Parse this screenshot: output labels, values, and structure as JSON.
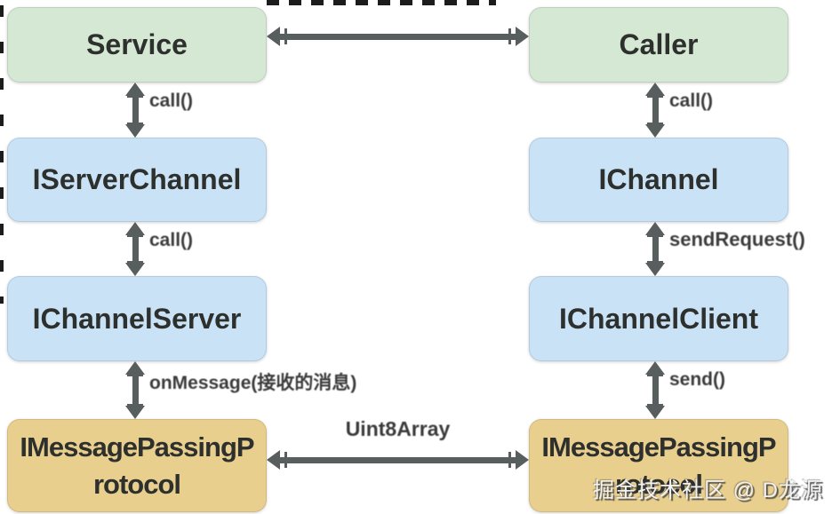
{
  "colors": {
    "background": "#ffffff",
    "service_caller_fill": "#d5e8d4",
    "channel_fill": "#c9e2f6",
    "protocol_fill": "#e9cf8e",
    "arrow": "#585d5d",
    "box_text": "#2e302e",
    "label_text": "#3b3b3b"
  },
  "nodes": {
    "service": {
      "label": "Service"
    },
    "caller": {
      "label": "Caller"
    },
    "iserverchannel": {
      "label": "IServerChannel"
    },
    "ichannel": {
      "label": "IChannel"
    },
    "ichannelserver": {
      "label": "IChannelServer"
    },
    "ichannelclient": {
      "label": "IChannelClient"
    },
    "imp_left": {
      "label": "IMessagePassingProtocol",
      "line1": "IMessagePassingP",
      "line2": "rotocol"
    },
    "imp_right": {
      "label": "IMessagePassingProtocol",
      "line1": "IMessagePassingP",
      "line2": "rotocol"
    }
  },
  "edges": {
    "service_iserverchannel": {
      "label": "call()",
      "style": "double-arrow vertical"
    },
    "iserverchannel_ichannelserver": {
      "label": "call()",
      "style": "double-arrow vertical"
    },
    "ichannelserver_imp": {
      "label": "onMessage(接收的消息)",
      "style": "double-arrow vertical"
    },
    "caller_ichannel": {
      "label": "call()",
      "style": "double-arrow vertical"
    },
    "ichannel_ichannelclient": {
      "label": "sendRequest()",
      "style": "double-arrow vertical"
    },
    "ichannelclient_imp": {
      "label": "send()",
      "style": "double-arrow vertical"
    },
    "service_caller": {
      "label": "",
      "style": "double-arrow horizontal"
    },
    "imp_imp": {
      "label": "Uint8Array",
      "style": "double-arrow horizontal"
    }
  },
  "watermark": {
    "text": "掘金技术社区 @ D龙源"
  }
}
